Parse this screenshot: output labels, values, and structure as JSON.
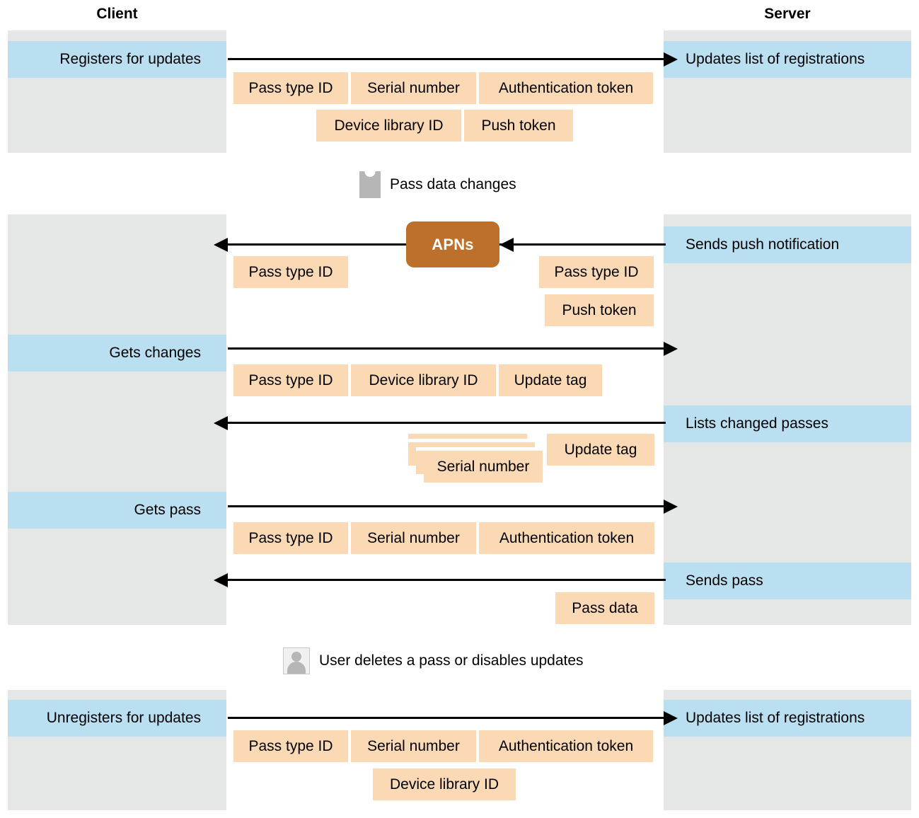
{
  "diagram": {
    "title": "Pass update sequence between Client and Server",
    "colors": {
      "lane": "#e5e7e7",
      "band": "#b9dff0",
      "chip": "#fad9b4",
      "apns": "#bd702c",
      "arrow": "#000000",
      "icon_gray": "#b6b6b6"
    }
  },
  "headers": {
    "client": "Client",
    "server": "Server"
  },
  "nodes": {
    "apns": "APNs"
  },
  "separators": [
    {
      "icon": "pass-icon",
      "label": "Pass data changes"
    },
    {
      "icon": "user-icon",
      "label": "User deletes a pass or disables updates"
    }
  ],
  "steps": [
    {
      "id": "register",
      "client_label": "Registers for updates",
      "server_label": "Updates list of registrations",
      "direction": "client-to-server",
      "payload_rows": [
        [
          "Pass type ID",
          "Serial number",
          "Authentication token"
        ],
        [
          "Device library ID",
          "Push token"
        ]
      ]
    },
    {
      "id": "push",
      "client_label": "",
      "server_label": "Sends push notification",
      "direction": "server-to-client-via-apns",
      "client_payload_rows": [
        [
          "Pass type ID"
        ]
      ],
      "server_payload_rows": [
        [
          "Pass type ID"
        ],
        [
          "Push token"
        ]
      ]
    },
    {
      "id": "get-changes",
      "client_label": "Gets changes",
      "server_label": "",
      "direction": "client-to-server",
      "payload_rows": [
        [
          "Pass type ID",
          "Device library ID",
          "Update tag"
        ]
      ]
    },
    {
      "id": "list-changed",
      "client_label": "",
      "server_label": "Lists changed passes",
      "direction": "server-to-client",
      "payload_rows": [
        [
          "Serial number",
          "Update tag"
        ]
      ],
      "stacked": "Serial number"
    },
    {
      "id": "get-pass",
      "client_label": "Gets pass",
      "server_label": "",
      "direction": "client-to-server",
      "payload_rows": [
        [
          "Pass type ID",
          "Serial number",
          "Authentication token"
        ]
      ]
    },
    {
      "id": "send-pass",
      "client_label": "",
      "server_label": "Sends pass",
      "direction": "server-to-client",
      "payload_rows": [
        [
          "Pass data"
        ]
      ]
    },
    {
      "id": "unregister",
      "client_label": "Unregisters for updates",
      "server_label": "Updates list of registrations",
      "direction": "client-to-server",
      "payload_rows": [
        [
          "Pass type ID",
          "Serial number",
          "Authentication token"
        ],
        [
          "Device library ID"
        ]
      ]
    }
  ],
  "labels": {
    "chip_pass_type_id": "Pass type ID",
    "chip_serial_number": "Serial number",
    "chip_auth_token": "Authentication token",
    "chip_device_library_id": "Device library ID",
    "chip_push_token": "Push token",
    "chip_update_tag": "Update tag",
    "chip_pass_data": "Pass data"
  }
}
